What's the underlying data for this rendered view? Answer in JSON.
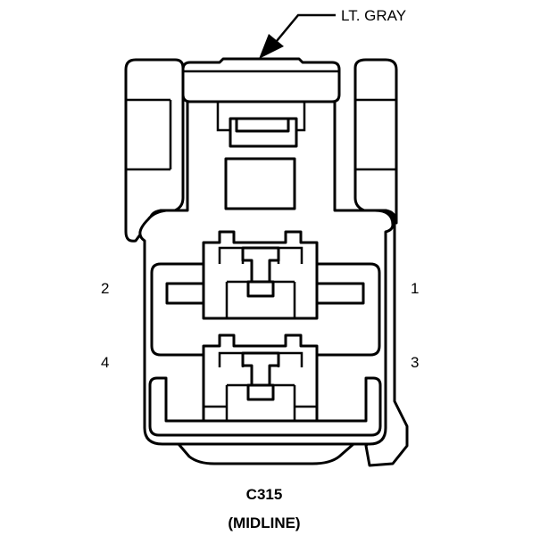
{
  "color_callout": "LT. GRAY",
  "pins": {
    "p1": "1",
    "p2": "2",
    "p3": "3",
    "p4": "4"
  },
  "connector_id": "C315",
  "connector_location": "(MIDLINE)"
}
